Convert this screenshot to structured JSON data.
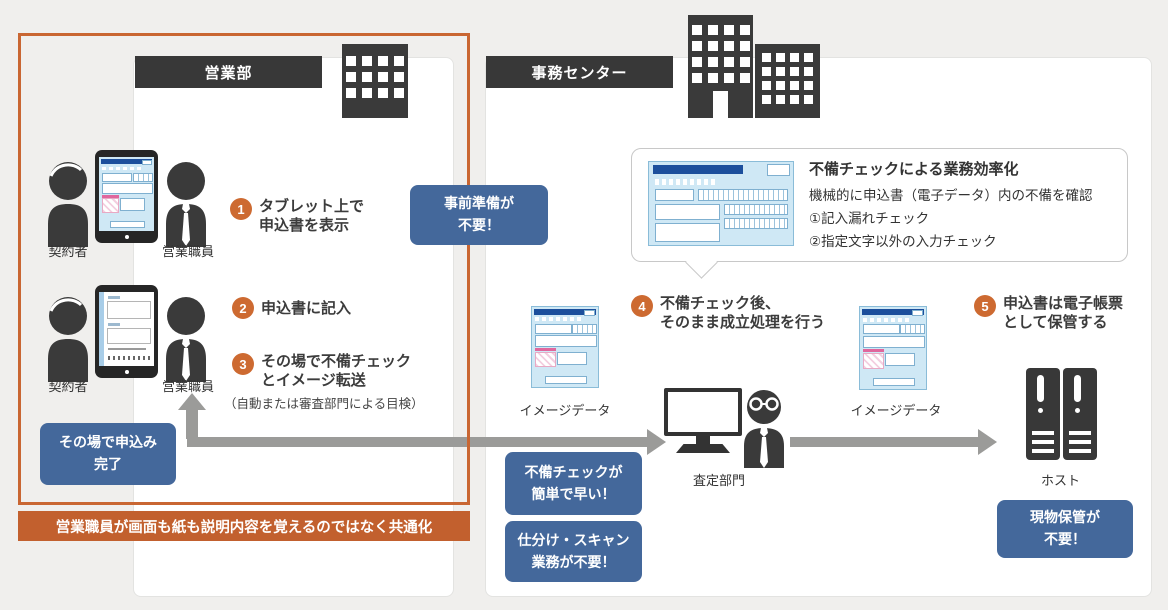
{
  "colors": {
    "background": "#f0efed",
    "panel": "#ffffff",
    "dark_icon": "#3a3a3a",
    "orange_accent": "#cd6a31",
    "orange_frame": "#c96632",
    "orange_banner": "#c2602e",
    "badge_blue": "#44689b",
    "arrow_gray": "#9b9b99",
    "form_blue_bg": "#cfe8f5",
    "form_blue_header": "#1c4f9c",
    "form_pink": "#e0679d"
  },
  "sales": {
    "header": "営業部",
    "row1": {
      "left_label": "契約者",
      "right_label": "営業職員"
    },
    "row2": {
      "left_label": "契約者",
      "right_label": "営業職員"
    },
    "steps": {
      "s1": {
        "num": "1",
        "line1": "タブレット上で",
        "line2": "申込書を表示"
      },
      "s2": {
        "num": "2",
        "line1": "申込書に記入"
      },
      "s3": {
        "num": "3",
        "line1": "その場で不備チェック",
        "line2": "とイメージ転送",
        "note": "（自動または審査部門による目検）"
      }
    },
    "badge_prep": {
      "line1": "事前準備が",
      "line2": "不要！"
    },
    "badge_spot": {
      "line1": "その場で申込み",
      "line2": "完了"
    },
    "banner": "営業職員が画面も紙も説明内容を覚えるのではなく共通化"
  },
  "office": {
    "header": "事務センター",
    "bubble": {
      "title": "不備チェックによる業務効率化",
      "line1": "機械的に申込書（電子データ）内の不備を確認",
      "line2": "①記入漏れチェック",
      "line3": "②指定文字以外の入力チェック"
    },
    "steps": {
      "s4": {
        "num": "4",
        "line1": "不備チェック後、",
        "line2": "そのまま成立処理を行う"
      },
      "s5": {
        "num": "5",
        "line1": "申込書は電子帳票",
        "line2": "として保管する"
      }
    },
    "label_image_left": "イメージデータ",
    "label_image_right": "イメージデータ",
    "label_assess": "査定部門",
    "label_host": "ホスト",
    "badge_fast": {
      "line1": "不備チェックが",
      "line2": "簡単で早い！"
    },
    "badge_sort": {
      "line1": "仕分け・スキャン",
      "line2": "業務が不要！"
    },
    "badge_store": {
      "line1": "現物保管が",
      "line2": "不要！"
    }
  }
}
